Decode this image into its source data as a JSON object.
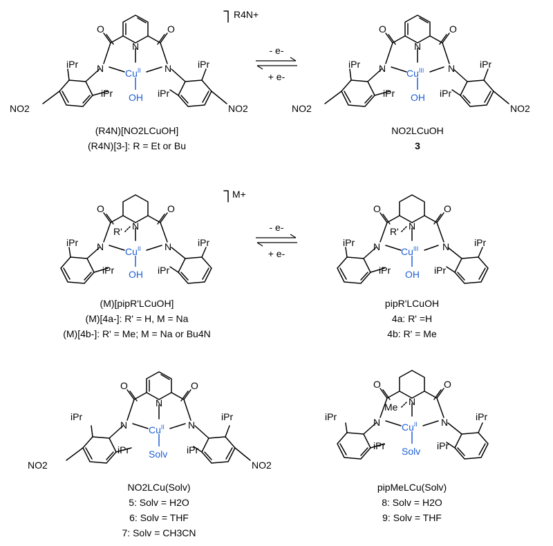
{
  "complexes": [
    {
      "id": "c1",
      "cu": "Cu",
      "ox": "II",
      "ligand": "OH",
      "counter": "R4N+",
      "cap1": "(R4N)[NO2LCuOH]",
      "cap2": "(R4N)[3-]: R = Et or Bu"
    },
    {
      "id": "c2",
      "cu": "Cu",
      "ox": "III",
      "ligand": "OH",
      "cap1": "NO2LCuOH",
      "cap2": "3"
    },
    {
      "id": "c3",
      "cu": "Cu",
      "ox": "II",
      "ligand": "OH",
      "counter": "M+",
      "cap1": "(M)[pipR'LCuOH]",
      "cap2": "(M)[4a-]: R' = H, M = Na",
      "cap3": "(M)[4b-]: R' = Me; M = Na or Bu4N"
    },
    {
      "id": "c4",
      "cu": "Cu",
      "ox": "III",
      "ligand": "OH",
      "cap1": "pipR'LCuOH",
      "cap2": "4a: R' =H",
      "cap3": "4b: R' = Me"
    },
    {
      "id": "c5",
      "cu": "Cu",
      "ox": "II",
      "ligand": "Solv",
      "cap1": "NO2LCu(Solv)",
      "cap2": "5: Solv = H2O",
      "cap3": "6: Solv = THF",
      "cap4": "7: Solv = CH3CN"
    },
    {
      "id": "c6",
      "cu": "Cu",
      "ox": "II",
      "ligand": "Solv",
      "cap1": "pipMeLCu(Solv)",
      "cap2": "8: Solv = H2O",
      "cap3": "9: Solv = THF"
    }
  ],
  "arrows": [
    {
      "top": "- e-",
      "bottom": "+ e-"
    },
    {
      "top": "- e-",
      "bottom": "+ e-"
    }
  ],
  "atoms": {
    "O": "O",
    "N": "N",
    "iPr": "iPr",
    "no2": "NO2",
    "me": "Me",
    "rprime": "R'"
  },
  "colors": {
    "cu": "#1f5fd6",
    "ink": "#000000"
  }
}
